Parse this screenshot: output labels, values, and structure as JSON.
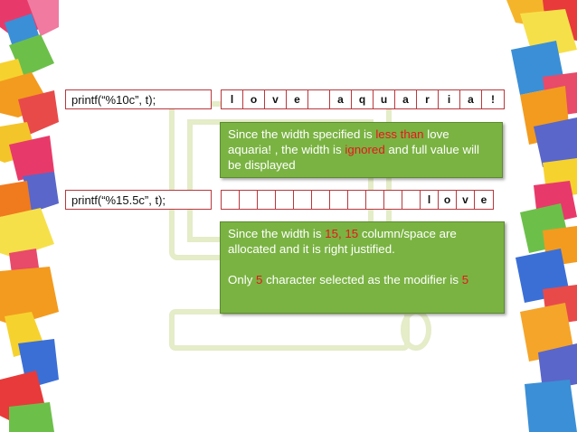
{
  "row1": {
    "code": "printf(“%10c”, t);",
    "cells": [
      "l",
      "o",
      "v",
      "e",
      "",
      "a",
      "q",
      "u",
      "a",
      "r",
      "i",
      "a",
      "!"
    ],
    "note": {
      "t1": "Since the width specified is ",
      "h1": "less than",
      "t2": " love aquaria! , the width is ",
      "h2": "ignored",
      "t3": " and full value will be displayed"
    }
  },
  "row2": {
    "code": "printf(“%15.5c”, t);",
    "cells": [
      "",
      "",
      "",
      "",
      "",
      "",
      "",
      "",
      "",
      "",
      "",
      "l",
      "o",
      "v",
      "e"
    ],
    "note": {
      "p1_t1": "Since the width is ",
      "p1_h1": "15, 15",
      "p1_t2": " column/space are allocated and it is right justified.",
      "p2_t1": "Only ",
      "p2_h1": "5",
      "p2_t2": " character selected as the modifier is ",
      "p2_h2": "5"
    }
  },
  "colors": {
    "border": "#b8383d",
    "note_bg": "#7ab342",
    "highlight": "#e8161b"
  }
}
